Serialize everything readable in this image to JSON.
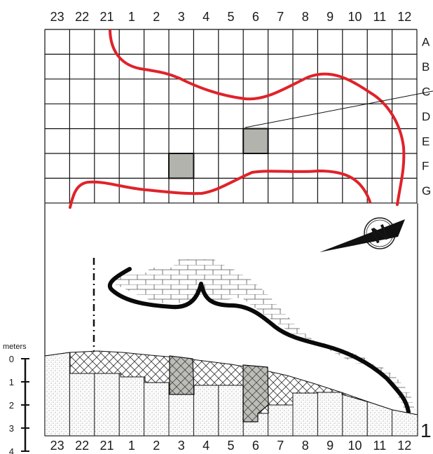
{
  "grid": {
    "column_labels": [
      "23",
      "22",
      "21",
      "1",
      "2",
      "3",
      "4",
      "5",
      "6",
      "7",
      "8",
      "9",
      "10",
      "11",
      "12"
    ],
    "row_labels": [
      "A",
      "B",
      "C",
      "D",
      "E",
      "F",
      "G"
    ],
    "highlighted_cells": [
      {
        "column": "6",
        "row": "E",
        "color": "#b3b3ad"
      },
      {
        "column": "3",
        "row": "F",
        "color": "#b3b3ad"
      }
    ],
    "outline_color": "#e0222a"
  },
  "north_arrow": {
    "label": "N",
    "icon": "north-arrow-icon"
  },
  "section": {
    "column_labels": [
      "23",
      "22",
      "21",
      "1",
      "2",
      "3",
      "4",
      "5",
      "6",
      "7",
      "8",
      "9",
      "10",
      "11",
      "12"
    ],
    "scale": {
      "unit": "meters",
      "ticks": [
        "0",
        "1",
        "2",
        "3",
        "4"
      ]
    },
    "figure_number": "1"
  }
}
